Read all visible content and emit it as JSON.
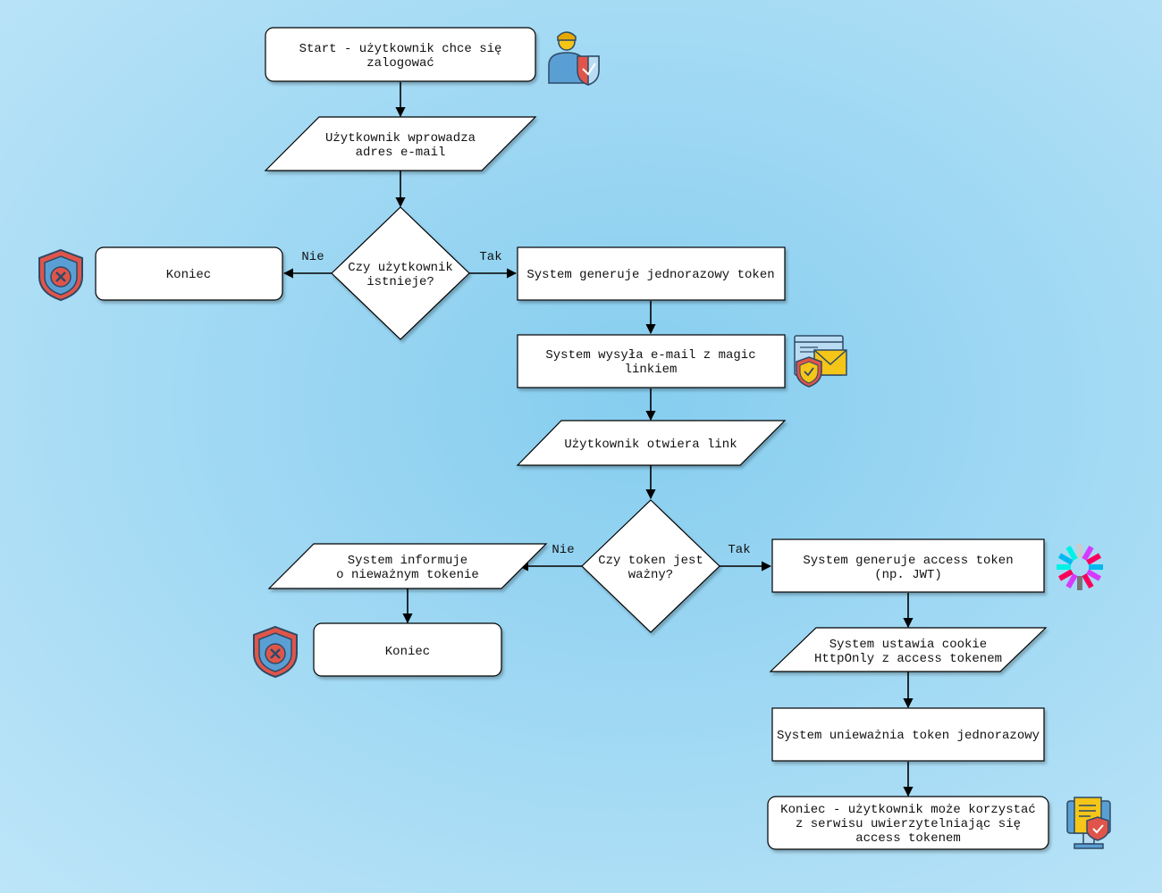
{
  "nodes": {
    "start": [
      "Start - użytkownik chce się",
      "zalogować"
    ],
    "enter_email": [
      "Użytkownik wprowadza",
      "adres e-mail"
    ],
    "user_exists": [
      "Czy użytkownik",
      "istnieje?"
    ],
    "end_no_user": [
      "Koniec"
    ],
    "gen_onetime": [
      "System generuje jednorazowy token"
    ],
    "send_email": [
      "System wysyła e-mail z magic",
      "linkiem"
    ],
    "open_link": [
      "Użytkownik otwiera link"
    ],
    "token_valid": [
      "Czy token jest",
      "ważny?"
    ],
    "invalid_info": [
      "System informuje",
      "o nieważnym tokenie"
    ],
    "end_invalid": [
      "Koniec"
    ],
    "gen_access": [
      "System generuje access token",
      "(np. JWT)"
    ],
    "set_cookie": [
      "System ustawia cookie",
      "HttpOnly z access tokenem"
    ],
    "invalidate": [
      "System unieważnia token jednorazowy"
    ],
    "end_success": [
      "Koniec - użytkownik może korzystać",
      "z serwisu uwierzytelniając się",
      "access tokenem"
    ]
  },
  "edge_labels": {
    "exists_no": "Nie",
    "exists_yes": "Tak",
    "valid_no": "Nie",
    "valid_yes": "Tak"
  },
  "icons": [
    "user-shield-icon",
    "shield-x-icon",
    "email-shield-icon",
    "jwt-logo-icon",
    "monitor-document-shield-icon"
  ],
  "colors": {
    "shield_blue": "#5a9fd4",
    "shield_red": "#e0554a",
    "envelope_yellow": "#f5c518",
    "accent_yellow": "#ffd633"
  }
}
